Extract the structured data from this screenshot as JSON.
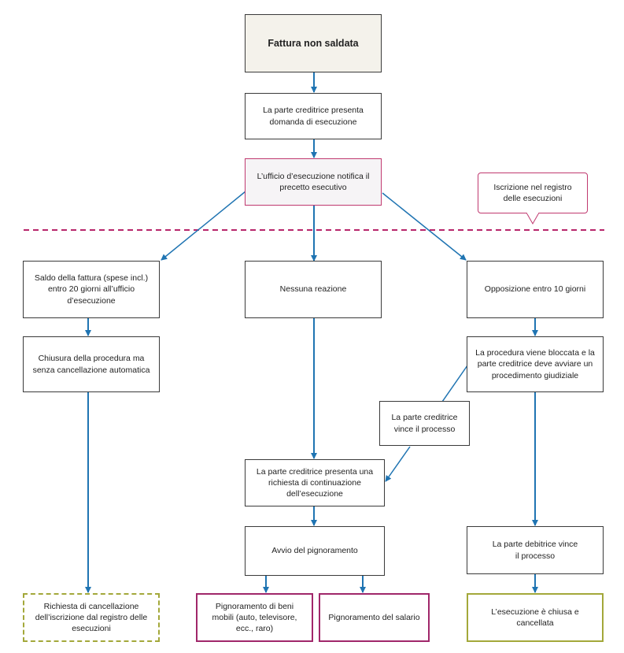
{
  "nodes": {
    "unpaid_invoice": "Fattura non saldata",
    "creditor_submits": "La parte creditrice presenta domanda di esecuzione",
    "office_notifies": "L’ufficio d’esecuzione notifica il precetto esecutivo",
    "registry_entry": "Iscrizione nel registro delle esecuzioni",
    "payment_invoice": "Saldo della fattura (spese incl.) entro 20 giorni all’ufficio d’esecuzione",
    "no_reaction": "Nessuna reazione",
    "opposition": "Opposizione entro 10 giorni",
    "procedure_closed": "Chiusura della procedura ma senza cancellazione automatica",
    "procedure_blocked": "La procedura viene bloccata e la parte creditrice deve avviare un procedimento giudiziale",
    "creditor_wins": "La parte creditrice vince il processo",
    "continuation_request": "La parte creditrice presenta una richiesta di continuazione dell’esecuzione",
    "debtor_wins": "La parte debitrice vince il processo",
    "seizure_start": "Avvio del pignoramento",
    "deletion_request": "Richiesta di cancellazione dell’iscrizione dal registro delle esecuzioni",
    "movable_seizure": "Pignoramento di beni mobili (auto, televisore, ecc., raro)",
    "salary_seizure": "Pignoramento del salario",
    "execution_closed": "L’esecuzione è chiusa e cancellata"
  },
  "colors": {
    "arrow": "#1f74b2",
    "dashed_line": "#b8266b",
    "magenta_border": "#a0276a",
    "olive_border": "#a3a83a"
  }
}
